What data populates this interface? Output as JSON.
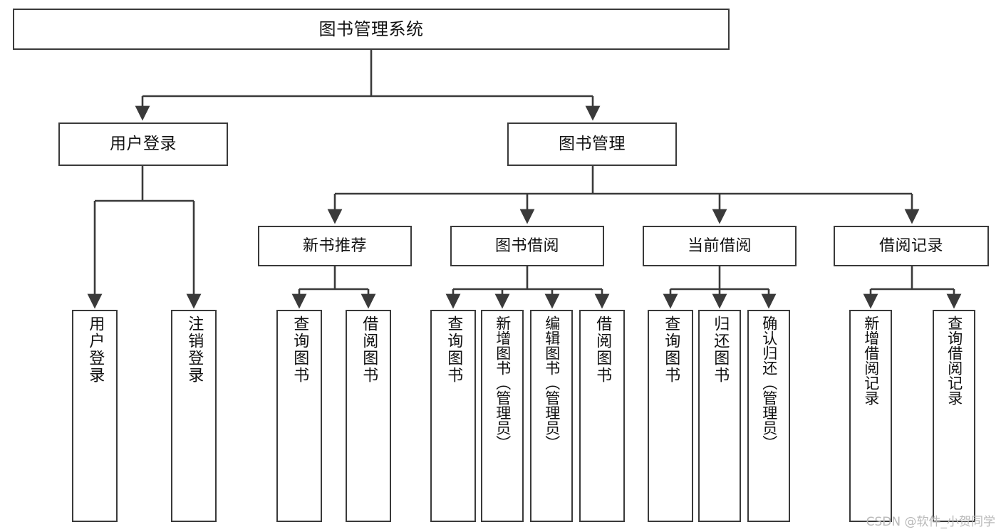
{
  "diagram": {
    "type": "tree",
    "title": "图书管理系统",
    "root": {
      "id": "root",
      "label": "图书管理系统",
      "level": 0
    },
    "level1": [
      {
        "id": "user-login",
        "label": "用户登录"
      },
      {
        "id": "book-manage",
        "label": "图书管理"
      }
    ],
    "level2": [
      {
        "id": "new-book-recommend",
        "label": "新书推荐",
        "parent": "book-manage"
      },
      {
        "id": "book-borrow",
        "label": "图书借阅",
        "parent": "book-manage"
      },
      {
        "id": "current-borrow",
        "label": "当前借阅",
        "parent": "book-manage"
      },
      {
        "id": "borrow-record",
        "label": "借阅记录",
        "parent": "book-manage"
      }
    ],
    "leaves": [
      {
        "id": "leaf-user-login",
        "label": "用户登录",
        "parent": "user-login"
      },
      {
        "id": "leaf-user-logout",
        "label": "注销登录",
        "parent": "user-login"
      },
      {
        "id": "leaf-query-book-1",
        "label": "查询图书",
        "parent": "new-book-recommend"
      },
      {
        "id": "leaf-borrow-book-1",
        "label": "借阅图书",
        "parent": "new-book-recommend"
      },
      {
        "id": "leaf-query-book-2",
        "label": "查询图书",
        "parent": "book-borrow"
      },
      {
        "id": "leaf-add-book",
        "label": "新增图书（管理员）",
        "parent": "book-borrow"
      },
      {
        "id": "leaf-edit-book",
        "label": "编辑图书（管理员）",
        "parent": "book-borrow"
      },
      {
        "id": "leaf-borrow-book-2",
        "label": "借阅图书",
        "parent": "book-borrow"
      },
      {
        "id": "leaf-query-book-3",
        "label": "查询图书",
        "parent": "current-borrow"
      },
      {
        "id": "leaf-return-book",
        "label": "归还图书",
        "parent": "current-borrow"
      },
      {
        "id": "leaf-confirm-return",
        "label": "确认归还（管理员）",
        "parent": "current-borrow"
      },
      {
        "id": "leaf-add-record",
        "label": "新增借阅记录",
        "parent": "borrow-record"
      },
      {
        "id": "leaf-query-record",
        "label": "查询借阅记录",
        "parent": "borrow-record"
      }
    ]
  },
  "watermark": {
    "text": "CSDN @软件_小贺同学"
  },
  "colors": {
    "stroke": "#3a3a3a",
    "background": "#ffffff",
    "text": "#111111",
    "watermark": "#b9b9b9"
  }
}
